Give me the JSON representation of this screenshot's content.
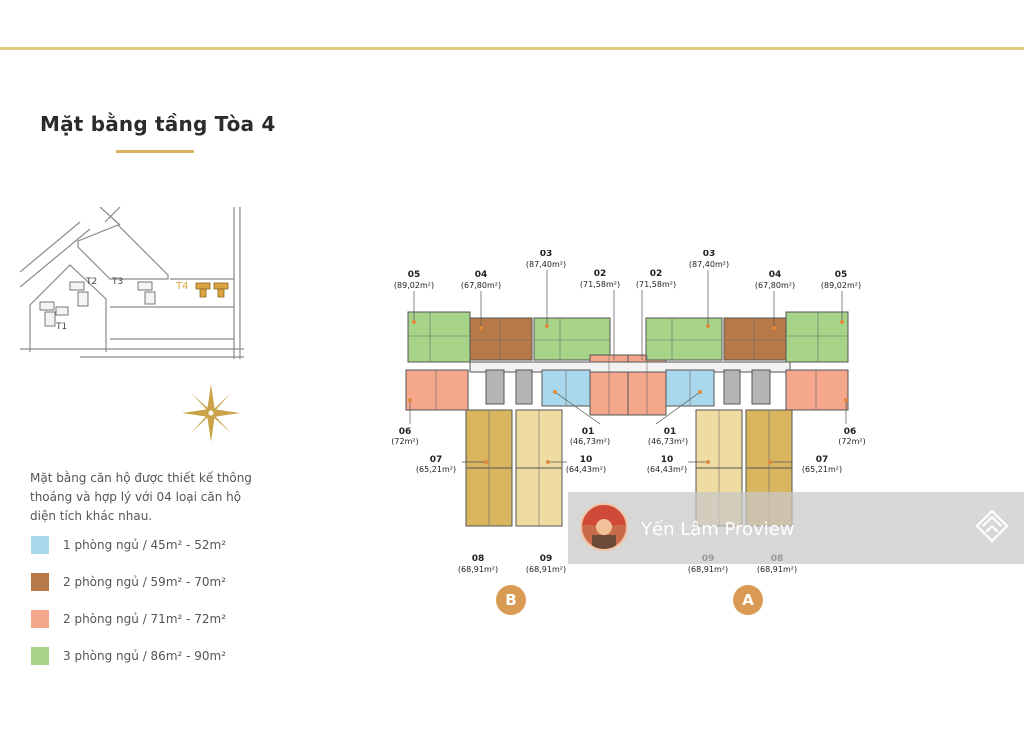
{
  "title": "Mặt bằng tầng Tòa 4",
  "description": "Mặt bằng căn hộ được thiết kế thông thoáng và hợp lý với 04 loại căn hộ diện tích khác nhau.",
  "site_map": {
    "labels": [
      "T1",
      "T2",
      "T3",
      "T4"
    ]
  },
  "legend": [
    {
      "label": "1 phòng ngủ / 45m² - 52m²",
      "color": "#a9d8ec"
    },
    {
      "label": "2 phòng ngủ / 59m² - 70m²",
      "color": "#b87949"
    },
    {
      "label": "2 phòng ngủ / 71m² - 72m²",
      "color": "#f4a78a"
    },
    {
      "label": "3 phòng ngủ / 86m² - 90m²",
      "color": "#a8d48a"
    }
  ],
  "wings": {
    "left": "B",
    "right": "A"
  },
  "units": {
    "b05": {
      "num": "05",
      "area": "(89,02m²)"
    },
    "b04": {
      "num": "04",
      "area": "(67,80m²)"
    },
    "b03": {
      "num": "03",
      "area": "(87,40m²)"
    },
    "b02": {
      "num": "02",
      "area": "(71,58m²)"
    },
    "a02": {
      "num": "02",
      "area": "(71,58m²)"
    },
    "a03": {
      "num": "03",
      "area": "(87,40m²)"
    },
    "a04": {
      "num": "04",
      "area": "(67,80m²)"
    },
    "a05": {
      "num": "05",
      "area": "(89,02m²)"
    },
    "b06": {
      "num": "06",
      "area": "(72m²)"
    },
    "b01": {
      "num": "01",
      "area": "(46,73m²)"
    },
    "a01": {
      "num": "01",
      "area": "(46,73m²)"
    },
    "a06": {
      "num": "06",
      "area": "(72m²)"
    },
    "b07": {
      "num": "07",
      "area": "(65,21m²)"
    },
    "b10": {
      "num": "10",
      "area": "(64,43m²)"
    },
    "a10": {
      "num": "10",
      "area": "(64,43m²)"
    },
    "a07": {
      "num": "07",
      "area": "(65,21m²)"
    },
    "b08": {
      "num": "08",
      "area": "(68,91m²)"
    },
    "b09": {
      "num": "09",
      "area": "(68,91m²)"
    },
    "a09": {
      "num": "09",
      "area": "(68,91m²)"
    },
    "a08": {
      "num": "08",
      "area": "(68,91m²)"
    }
  },
  "watermark": {
    "text": "Yến Lâm Proview"
  }
}
